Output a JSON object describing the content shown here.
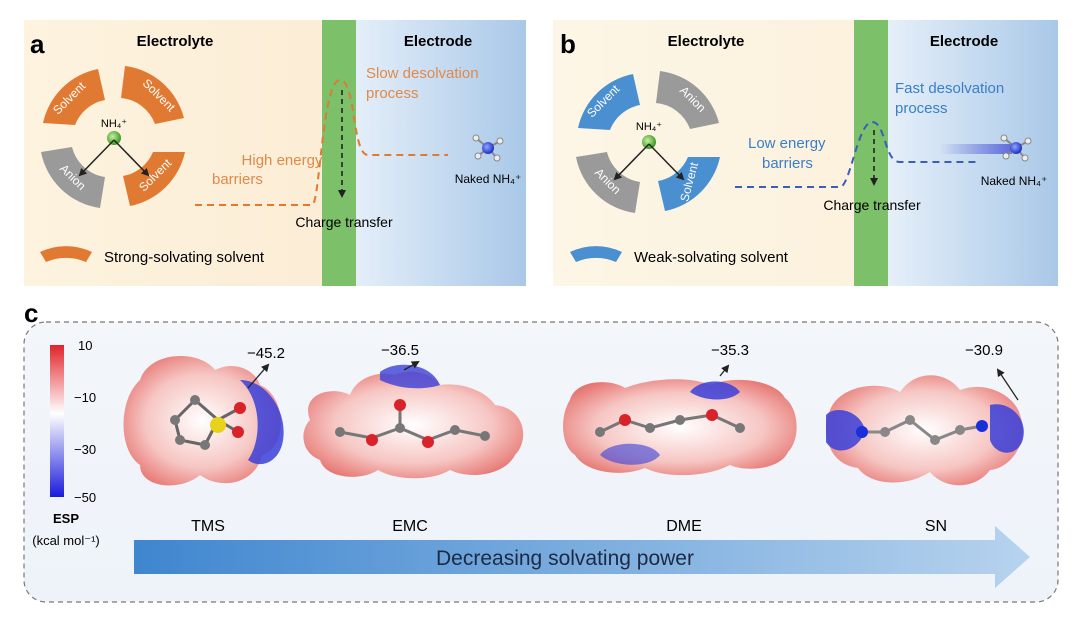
{
  "panel_a": {
    "letter": "a",
    "electrolyte_label": "Electrolyte",
    "electrode_label": "Electrode",
    "segments": [
      "Solvent",
      "Solvent",
      "Solvent",
      "Anion"
    ],
    "ion_label": "NH₄⁺",
    "barrier_label_line1": "High energy",
    "barrier_label_line2": "barriers",
    "process_label_line1": "Slow desolvation",
    "process_label_line2": "process",
    "charge_transfer": "Charge transfer",
    "naked_label": "Naked NH₄⁺",
    "legend_label": "Strong-solvating  solvent"
  },
  "panel_b": {
    "letter": "b",
    "electrolyte_label": "Electrolyte",
    "electrode_label": "Electrode",
    "segments": [
      "Solvent",
      "Anion",
      "Solvent",
      "Anion"
    ],
    "ion_label": "NH₄⁺",
    "barrier_label_line1": "Low energy",
    "barrier_label_line2": "barriers",
    "process_label_line1": "Fast desolvation",
    "process_label_line2": "process",
    "charge_transfer": "Charge transfer",
    "naked_label": "Naked NH₄⁺",
    "legend_label": "Weak-solvating  solvent"
  },
  "panel_c": {
    "letter": "c",
    "colorbar_ticks": [
      "10",
      "−10",
      "−30",
      "−50"
    ],
    "colorbar_title_line1": "ESP",
    "colorbar_title_line2": "(kcal mol⁻¹)",
    "molecules": [
      {
        "name": "TMS",
        "value": "−45.2"
      },
      {
        "name": "EMC",
        "value": "−36.5"
      },
      {
        "name": "DME",
        "value": "−35.3"
      },
      {
        "name": "SN",
        "value": "−30.9"
      }
    ],
    "arrow_label": "Decreasing solvating power"
  },
  "colors": {
    "orange": "#e07a32",
    "blue": "#4a8fd0",
    "grey": "#9a9a9a",
    "green_band": "#7cc06a",
    "orange_text": "#e08a4a",
    "blue_text": "#3a7fc8"
  }
}
